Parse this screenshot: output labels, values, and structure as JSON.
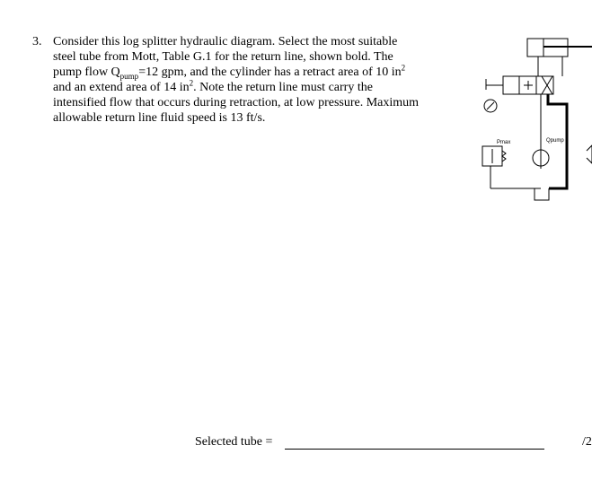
{
  "question": {
    "number": "3.",
    "line1": "Consider this log splitter hydraulic diagram.  Select the most suitable",
    "line2": "steel tube from Mott, Table G.1 for the return line, shown bold.  The",
    "line3_pre": "pump flow Q",
    "line3_sub": "pump",
    "line3_mid": "=12 gpm, and the cylinder has a retract area of 10 in",
    "line3_sup": "2",
    "line4_pre": "and an extend area of 14 in",
    "line4_sup": "2",
    "line4_post": ".  Note the return line must carry the",
    "line5": "intensified flow that occurs during retraction, at low pressure.  Maximum",
    "line6": "allowable return line fluid speed is 13 ft/s."
  },
  "diagram": {
    "pmax_label": "Pmax",
    "qpump_label": "Qpump"
  },
  "answer": {
    "label": "Selected tube =",
    "score": "/2"
  }
}
